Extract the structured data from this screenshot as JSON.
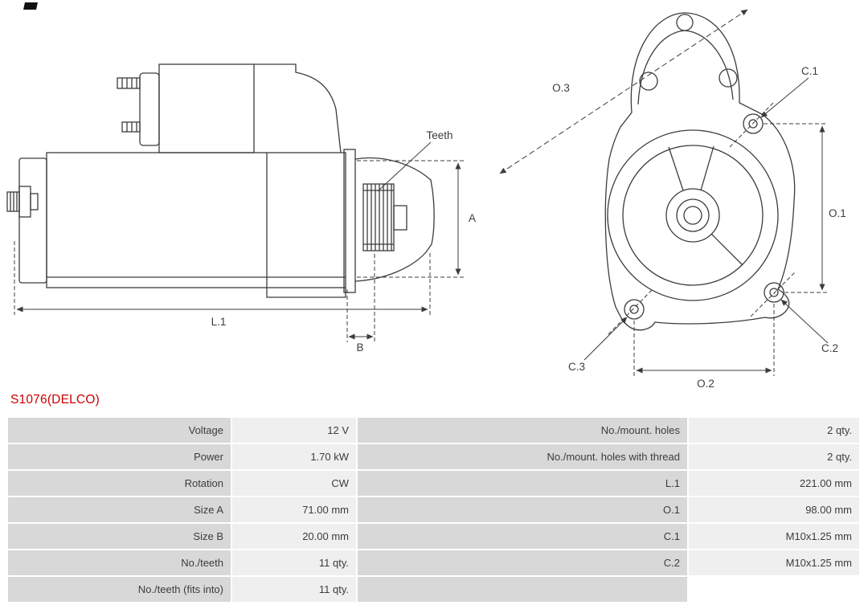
{
  "part_number": "S1076(DELCO)",
  "drawings": {
    "side_view": {
      "labels": {
        "teeth": "Teeth",
        "a": "A",
        "l1": "L.1",
        "b": "B"
      }
    },
    "front_view": {
      "labels": {
        "o1": "O.1",
        "o2": "O.2",
        "o3": "O.3",
        "c1": "C.1",
        "c2": "C.2",
        "c3": "C.3"
      }
    }
  },
  "spec_table": {
    "rows": [
      {
        "l_label": "Voltage",
        "l_value": "12 V",
        "r_label": "No./mount. holes",
        "r_value": "2 qty."
      },
      {
        "l_label": "Power",
        "l_value": "1.70 kW",
        "r_label": "No./mount. holes with thread",
        "r_value": "2 qty."
      },
      {
        "l_label": "Rotation",
        "l_value": "CW",
        "r_label": "L.1",
        "r_value": "221.00 mm"
      },
      {
        "l_label": "Size A",
        "l_value": "71.00 mm",
        "r_label": "O.1",
        "r_value": "98.00 mm"
      },
      {
        "l_label": "Size B",
        "l_value": "20.00 mm",
        "r_label": "C.1",
        "r_value": "M10x1.25 mm"
      },
      {
        "l_label": "No./teeth",
        "l_value": "11 qty.",
        "r_label": "C.2",
        "r_value": "M10x1.25 mm"
      },
      {
        "l_label": "No./teeth (fits into)",
        "l_value": "11 qty.",
        "r_label": "",
        "r_value": ""
      }
    ]
  },
  "colors": {
    "part_number_red": "#cc0000",
    "table_label_bg": "#d8d8d8",
    "table_value_bg": "#efefef",
    "drawing_line": "#3c3c3c"
  }
}
